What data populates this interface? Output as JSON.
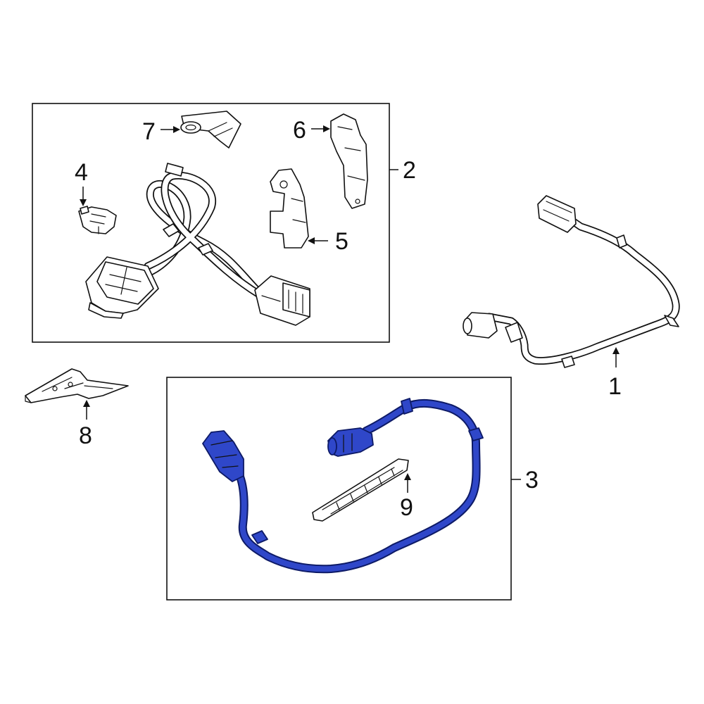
{
  "callouts": {
    "c1": "1",
    "c2": "2",
    "c3": "3",
    "c4": "4",
    "c5": "5",
    "c6": "6",
    "c7": "7",
    "c8": "8",
    "c9": "9"
  },
  "colors": {
    "line": "#111111",
    "highlight": "#2f47c9",
    "highlight_outline": "#0d1a66",
    "background": "#ffffff"
  }
}
